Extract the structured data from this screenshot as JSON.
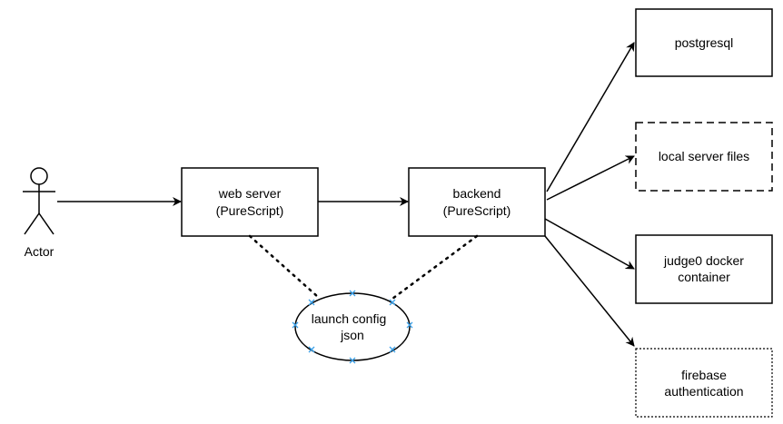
{
  "diagram": {
    "actor": {
      "label": "Actor"
    },
    "web_server": {
      "line1": "web server",
      "line2": "(PureScript)"
    },
    "backend": {
      "line1": "backend",
      "line2": "(PureScript)"
    },
    "launch_config": {
      "line1": "launch config",
      "line2": "json"
    },
    "postgresql": {
      "label": "postgresql"
    },
    "local_files": {
      "label": "local server files"
    },
    "judge0": {
      "line1": "judge0 docker",
      "line2": "container"
    },
    "firebase": {
      "line1": "firebase",
      "line2": "authentication"
    }
  },
  "colors": {
    "stroke": "#000000",
    "ellipse_handle": "#3aa0e8",
    "background": "#ffffff"
  }
}
